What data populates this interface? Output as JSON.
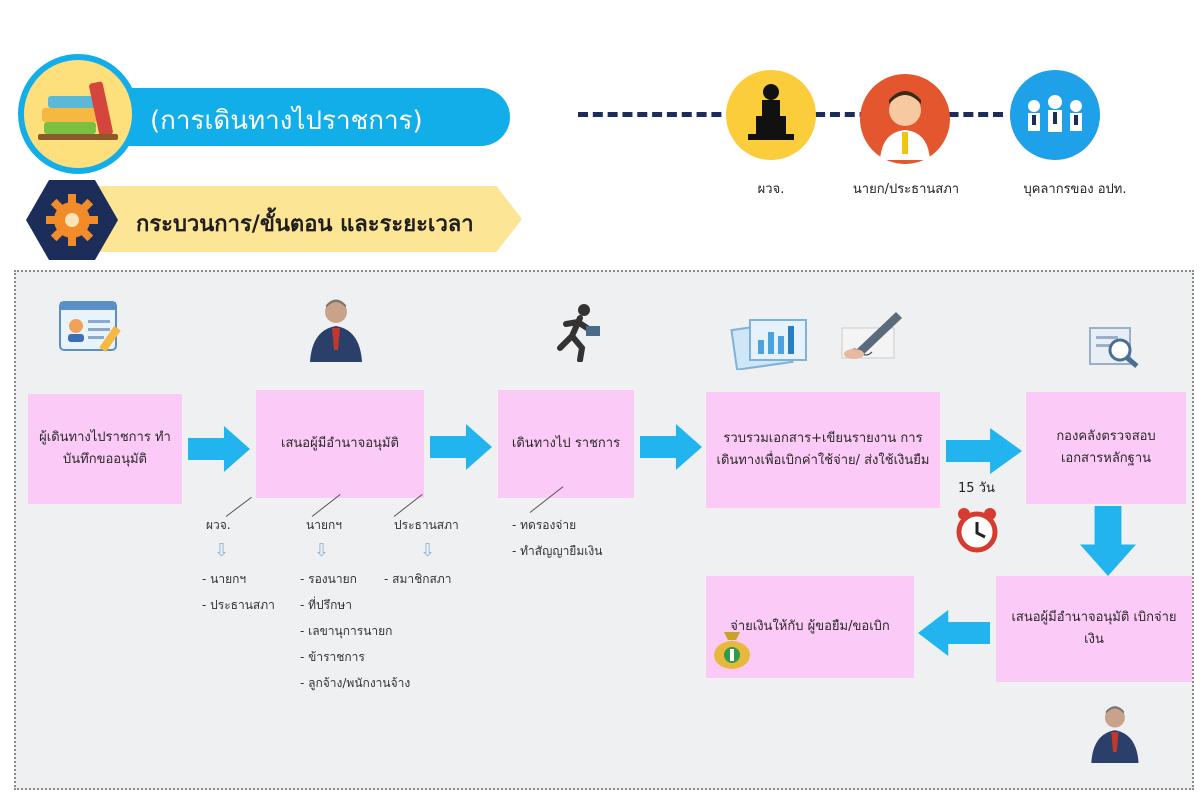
{
  "header": {
    "title": "(การเดินทางไปราชการ)",
    "subtitle": "กระบวนการ/ขั้นตอน และระยะเวลา"
  },
  "actors": [
    {
      "label": "ผวจ.",
      "icon": "podium-speaker-icon"
    },
    {
      "label": "นายก/ประธานสภา",
      "icon": "official-person-icon"
    },
    {
      "label": "บุคลากรของ อปท.",
      "icon": "staff-group-icon"
    }
  ],
  "steps": {
    "step1": "ผู้เดินทางไปราชการ ทำบันทึกขออนุมัติ",
    "step2": "เสนอผู้มีอำนาจอนุมัติ",
    "step3": "เดินทางไป ราชการ",
    "step4": "รวบรวมเอกสาร+เขียนรายงาน การเดินทางเพื่อเบิกค่าใช้จ่าย/ ส่งใช้เงินยืม",
    "step5": "กองคลังตรวจสอบ เอกสารหลักฐาน",
    "step6": "เสนอผู้มีอำนาจอนุมัติ เบิกจ่ายเงิน",
    "step7": "จ่ายเงินให้กับ ผู้ขอยืม/ขอเบิก"
  },
  "approvers": {
    "governor": {
      "title": "ผวจ.",
      "items": [
        "- นายกฯ",
        "- ประธานสภา"
      ]
    },
    "mayor": {
      "title": "นายกฯ",
      "items": [
        "- รองนายก",
        "- ที่ปรึกษา",
        "- เลขานุการนายก",
        "- ข้าราชการ",
        "- ลูกจ้าง/พนักงานจ้าง"
      ]
    },
    "council_chair": {
      "title": "ประธานสภา",
      "items": [
        "- สมาชิกสภา"
      ]
    }
  },
  "travel_notes": [
    "- ทดรองจ่าย",
    "- ทำสัญญายืมเงิน"
  ],
  "timer": "15 วัน",
  "colors": {
    "step_box": "#fbcaf6",
    "arrow": "#22b4ee",
    "banner_blue": "#12aeea",
    "banner_yellow": "#fce595",
    "navy": "#1c2d5a"
  }
}
